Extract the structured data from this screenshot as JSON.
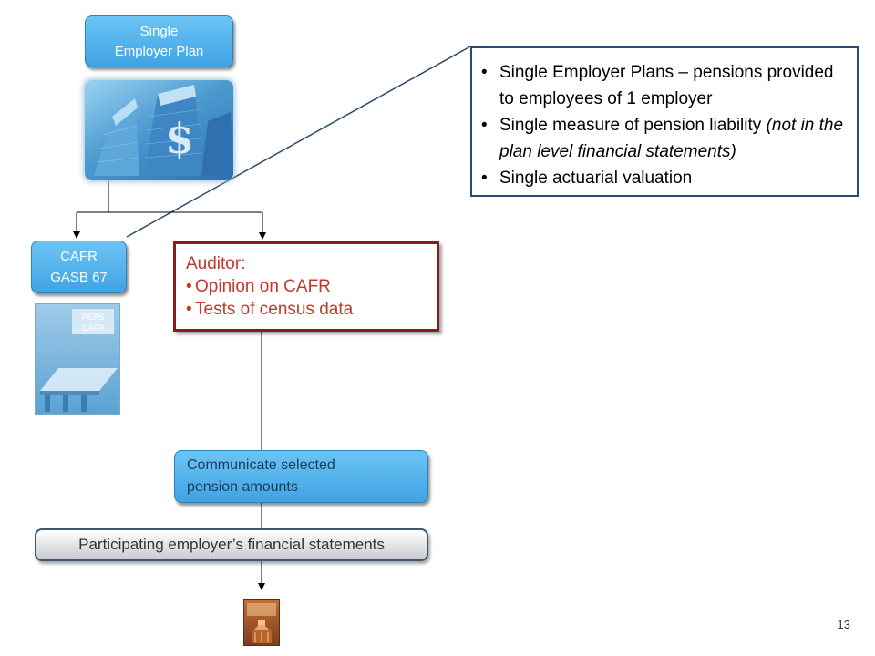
{
  "single_plan": {
    "line1": "Single",
    "line2": "Employer Plan"
  },
  "callout": {
    "item1": {
      "text": "Single Employer Plans – pensions provided to employees of 1 employer"
    },
    "item2": {
      "text": "Single measure of pension liability ",
      "italic": "(not in the plan level financial statements)"
    },
    "item3": {
      "text": "Single actuarial valuation"
    },
    "bullet_glyph": "•"
  },
  "cafr": {
    "line1": "CAFR",
    "line2": "GASB 67",
    "cover_line1": "PERS",
    "cover_line2": "CAFR"
  },
  "auditor": {
    "title": "Auditor:",
    "items": [
      "Opinion on CAFR",
      "Tests of census data"
    ],
    "bullet_glyph": "•"
  },
  "communicate": {
    "line1": "Communicate selected",
    "line2": "pension amounts"
  },
  "participating": {
    "label": "Participating employer’s financial statements"
  },
  "page_number": "13",
  "colors": {
    "blue_box": "#4fb2ee",
    "auditor_border": "#8b1a1a",
    "auditor_text": "#c0392b",
    "callout_border": "#2d4b6e"
  }
}
